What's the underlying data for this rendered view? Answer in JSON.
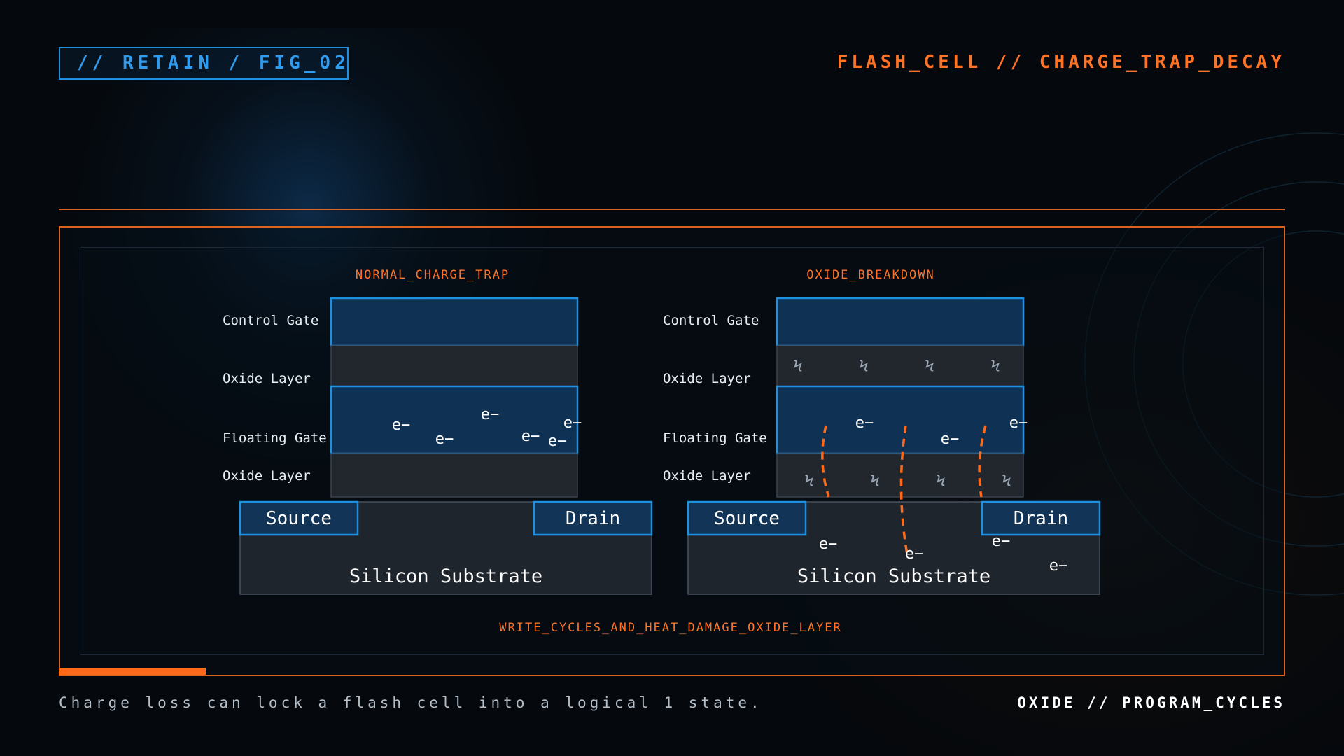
{
  "header": {
    "fig_tag": "// RETAIN / FIG_02",
    "title": "FLASH_CELL // CHARGE_TRAP_DECAY"
  },
  "panel": {
    "progress_fraction": 0.12
  },
  "diagram": {
    "left_title": "NORMAL_CHARGE_TRAP",
    "right_title": "OXIDE_BREAKDOWN",
    "layer_labels": {
      "control_gate": "Control Gate",
      "oxide_layer": "Oxide Layer",
      "floating_gate": "Floating Gate",
      "oxide_layer_lower": "Oxide Layer"
    },
    "source_label": "Source",
    "drain_label": "Drain",
    "substrate_label": "Silicon Substrate",
    "electron_label": "e−",
    "damage_glyph": "Ϟ",
    "bottom_caption": "WRITE_CYCLES_AND_HEAT_DAMAGE_OXIDE_LAYER"
  },
  "footer": {
    "caption": "Charge loss can lock a flash cell into a logical 1 state.",
    "tag": "OXIDE // PROGRAM_CYCLES"
  },
  "colors": {
    "accent_orange": "#ff7326",
    "accent_blue": "#1f8fe0",
    "gate_fill": "#0f3154",
    "oxide_fill": "#22272e",
    "substrate_fill": "#1f252d"
  }
}
